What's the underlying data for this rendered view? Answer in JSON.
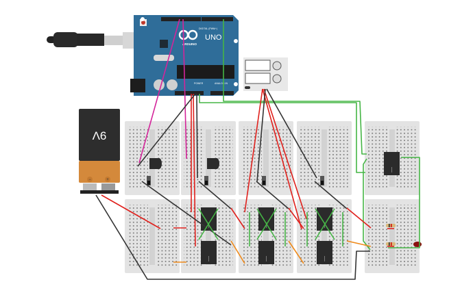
{
  "arduino": {
    "brand": "ARDUINO",
    "model": "UNO",
    "digital_header_label": "DIGITAL (PWM~)",
    "power_header_label": "POWER",
    "analog_header_label": "ANALOG IN",
    "board_color": "#2f6d99"
  },
  "battery": {
    "label": "9V",
    "minus": "−",
    "plus": "+"
  },
  "colors": {
    "breadboard": "#e3e3e3",
    "wire_red": "#e0201c",
    "wire_black": "#333333",
    "wire_green": "#45b545",
    "wire_magenta": "#d4249a",
    "wire_orange": "#ef8a1a",
    "chip": "#2b2b2b",
    "led": "#8a1010"
  }
}
